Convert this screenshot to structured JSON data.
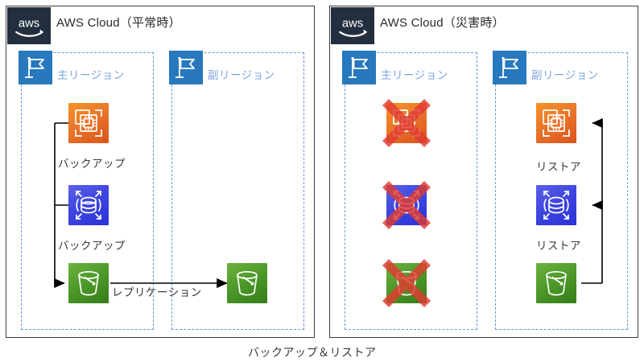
{
  "diagram": {
    "bottom_caption": "バックアップ＆リストア"
  },
  "panels": [
    {
      "id": "normal",
      "logo": "aws",
      "title": "AWS Cloud（平常時）",
      "regions": [
        {
          "id": "primary-normal",
          "label": "主リージョン",
          "icon": "region-flag-icon"
        },
        {
          "id": "secondary-normal",
          "label": "副リージョン",
          "icon": "region-flag-icon"
        }
      ],
      "services": [
        {
          "id": "ec2-primary-normal",
          "type": "ec2",
          "icon": "ec2-icon",
          "failed": false
        },
        {
          "id": "rds-primary-normal",
          "type": "rds",
          "icon": "rds-icon",
          "failed": false
        },
        {
          "id": "s3-primary-normal",
          "type": "s3",
          "icon": "s3-bucket-icon",
          "failed": false
        },
        {
          "id": "s3-secondary-normal",
          "type": "s3",
          "icon": "s3-bucket-icon",
          "failed": false
        }
      ],
      "flow_labels": [
        {
          "id": "backup-ec2",
          "text": "バックアップ"
        },
        {
          "id": "backup-rds",
          "text": "バックアップ"
        },
        {
          "id": "replication",
          "text": "レプリケーション"
        }
      ]
    },
    {
      "id": "disaster",
      "logo": "aws",
      "title": "AWS Cloud（災害時）",
      "regions": [
        {
          "id": "primary-disaster",
          "label": "主リージョン",
          "icon": "region-flag-icon"
        },
        {
          "id": "secondary-disaster",
          "label": "副リージョン",
          "icon": "region-flag-icon"
        }
      ],
      "services": [
        {
          "id": "ec2-primary-disaster",
          "type": "ec2",
          "icon": "ec2-icon",
          "failed": true
        },
        {
          "id": "rds-primary-disaster",
          "type": "rds",
          "icon": "rds-icon",
          "failed": true
        },
        {
          "id": "s3-primary-disaster",
          "type": "s3",
          "icon": "s3-bucket-icon",
          "failed": true
        },
        {
          "id": "ec2-secondary-disaster",
          "type": "ec2",
          "icon": "ec2-icon",
          "failed": false
        },
        {
          "id": "rds-secondary-disaster",
          "type": "rds",
          "icon": "rds-icon",
          "failed": false
        },
        {
          "id": "s3-secondary-disaster",
          "type": "s3",
          "icon": "s3-bucket-icon",
          "failed": false
        }
      ],
      "flow_labels": [
        {
          "id": "restore-ec2",
          "text": "リストア"
        },
        {
          "id": "restore-rds",
          "text": "リストア"
        }
      ]
    }
  ],
  "colors": {
    "panel_border": "#3d3d3d",
    "aws_logo_bg": "#232F3E",
    "region_dash": "#6b95d6",
    "region_label": "#7EA6E0",
    "region_flag_bg": "#2878BD",
    "ec2_orange": "#E9742A",
    "rds_blue": "#3F46E0",
    "s3_green": "#4E9A2A",
    "failure_cross": "#E03C31",
    "arrow": "#000000",
    "text": "#3a3a3a"
  }
}
